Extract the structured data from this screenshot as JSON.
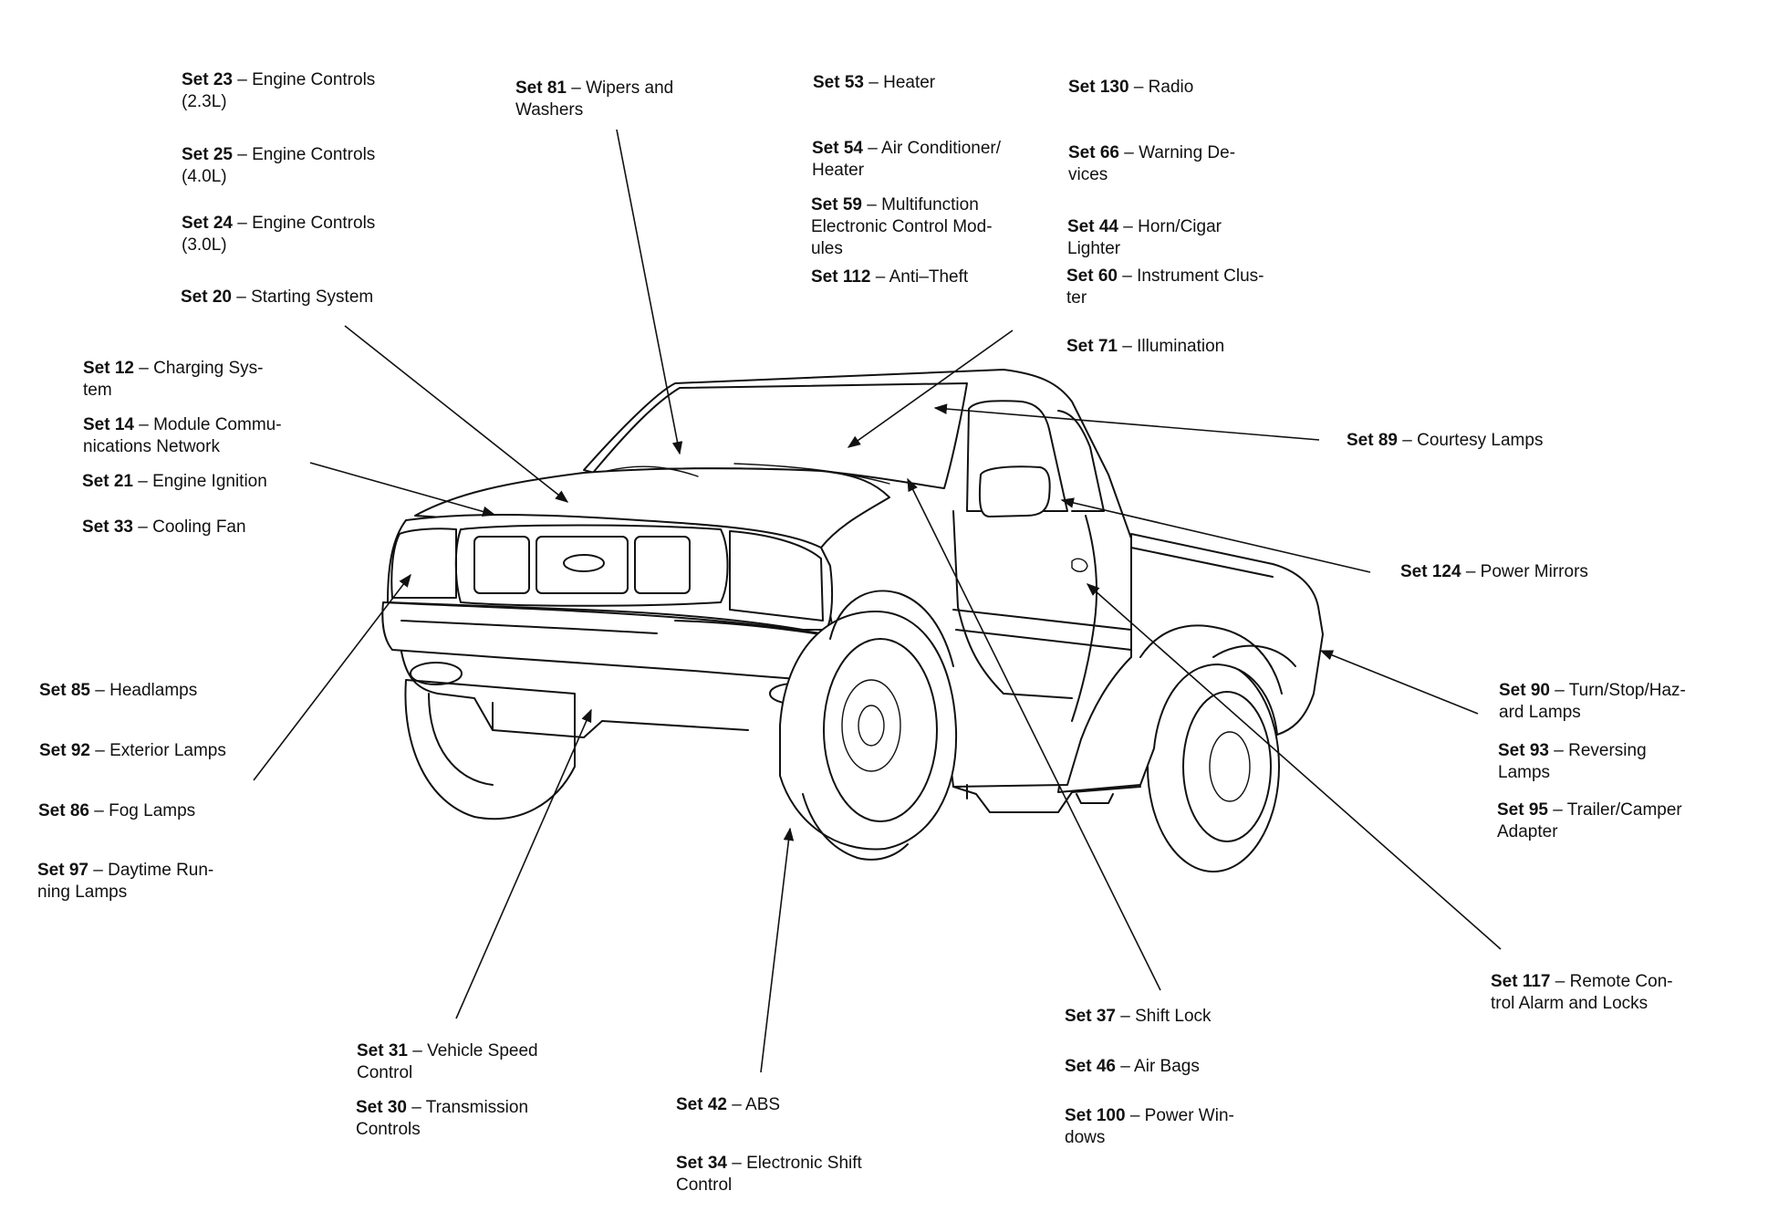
{
  "labels": {
    "set23": {
      "num": "Set 23",
      "l1": " – Engine Controls",
      "l2": "(2.3L)"
    },
    "set25": {
      "num": "Set 25",
      "l1": " – Engine Controls",
      "l2": "(4.0L)"
    },
    "set24": {
      "num": "Set 24",
      "l1": " – Engine Controls",
      "l2": "(3.0L)"
    },
    "set20": {
      "num": "Set 20",
      "l1": " – Starting System",
      "l2": ""
    },
    "set81": {
      "num": "Set 81",
      "l1": " – Wipers and",
      "l2": "Washers"
    },
    "set53": {
      "num": "Set 53",
      "l1": " – Heater",
      "l2": ""
    },
    "set54": {
      "num": "Set 54",
      "l1": " – Air Conditioner/",
      "l2": "Heater"
    },
    "set59": {
      "num": "Set 59",
      "l1": " – Multifunction",
      "l2": "Electronic Control Mod-",
      "l3": "ules"
    },
    "set112": {
      "num": "Set 112",
      "l1": " – Anti–Theft",
      "l2": ""
    },
    "set130": {
      "num": "Set 130",
      "l1": " – Radio",
      "l2": ""
    },
    "set66": {
      "num": "Set 66",
      "l1": " – Warning De-",
      "l2": "vices"
    },
    "set44": {
      "num": "Set 44",
      "l1": " – Horn/Cigar",
      "l2": "Lighter"
    },
    "set60": {
      "num": "Set 60",
      "l1": " – Instrument Clus-",
      "l2": "ter"
    },
    "set71": {
      "num": "Set 71",
      "l1": " – Illumination",
      "l2": ""
    },
    "set12": {
      "num": "Set 12",
      "l1": " – Charging Sys-",
      "l2": "tem"
    },
    "set14": {
      "num": "Set 14",
      "l1": " – Module Commu-",
      "l2": "nications Network"
    },
    "set21": {
      "num": "Set 21",
      "l1": " – Engine Ignition",
      "l2": ""
    },
    "set33": {
      "num": "Set 33",
      "l1": " – Cooling Fan",
      "l2": ""
    },
    "set89": {
      "num": "Set 89",
      "l1": " – Courtesy Lamps",
      "l2": ""
    },
    "set124": {
      "num": "Set 124",
      "l1": " – Power Mirrors",
      "l2": ""
    },
    "set85": {
      "num": "Set 85",
      "l1": " – Headlamps",
      "l2": ""
    },
    "set92": {
      "num": "Set 92",
      "l1": " – Exterior Lamps",
      "l2": ""
    },
    "set86": {
      "num": "Set 86",
      "l1": " – Fog Lamps",
      "l2": ""
    },
    "set97": {
      "num": "Set 97",
      "l1": " – Daytime Run-",
      "l2": "ning Lamps"
    },
    "set90": {
      "num": "Set 90",
      "l1": " – Turn/Stop/Haz-",
      "l2": "ard Lamps"
    },
    "set93": {
      "num": "Set 93",
      "l1": " – Reversing",
      "l2": "Lamps"
    },
    "set95": {
      "num": "Set 95",
      "l1": " – Trailer/Camper",
      "l2": "Adapter"
    },
    "set117": {
      "num": "Set 117",
      "l1": " – Remote Con-",
      "l2": "trol Alarm and Locks"
    },
    "set31": {
      "num": "Set 31",
      "l1": " – Vehicle Speed",
      "l2": "Control"
    },
    "set30": {
      "num": "Set 30",
      "l1": " – Transmission",
      "l2": "Controls"
    },
    "set42": {
      "num": "Set 42",
      "l1": " – ABS",
      "l2": ""
    },
    "set34": {
      "num": "Set 34",
      "l1": " – Electronic Shift",
      "l2": "Control"
    },
    "set37": {
      "num": "Set 37",
      "l1": " – Shift Lock",
      "l2": ""
    },
    "set46": {
      "num": "Set 46",
      "l1": " – Air Bags",
      "l2": ""
    },
    "set100": {
      "num": "Set 100",
      "l1": " – Power Win-",
      "l2": "dows"
    }
  }
}
